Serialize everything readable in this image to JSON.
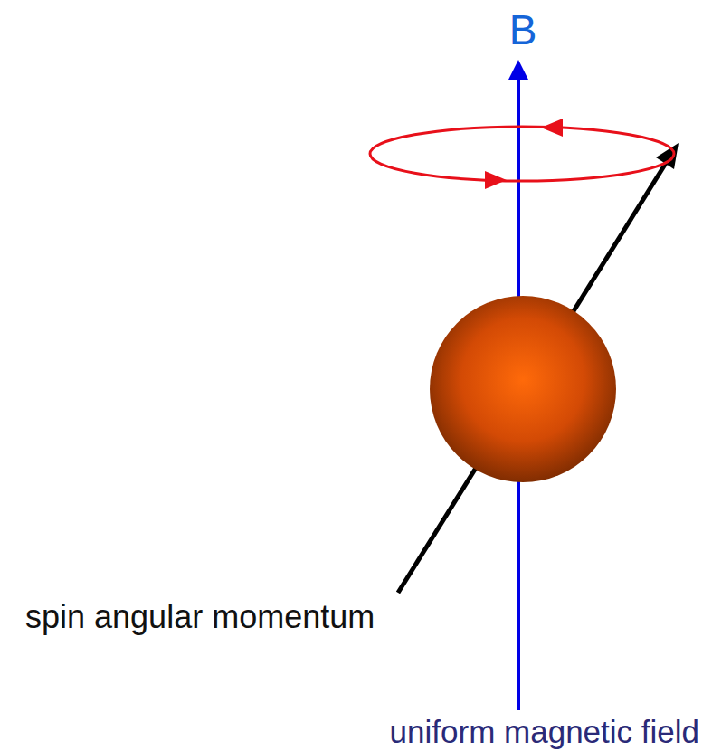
{
  "diagram": {
    "labels": [
      "B",
      "spin angular momentum",
      "uniform magnetic field"
    ]
  }
}
